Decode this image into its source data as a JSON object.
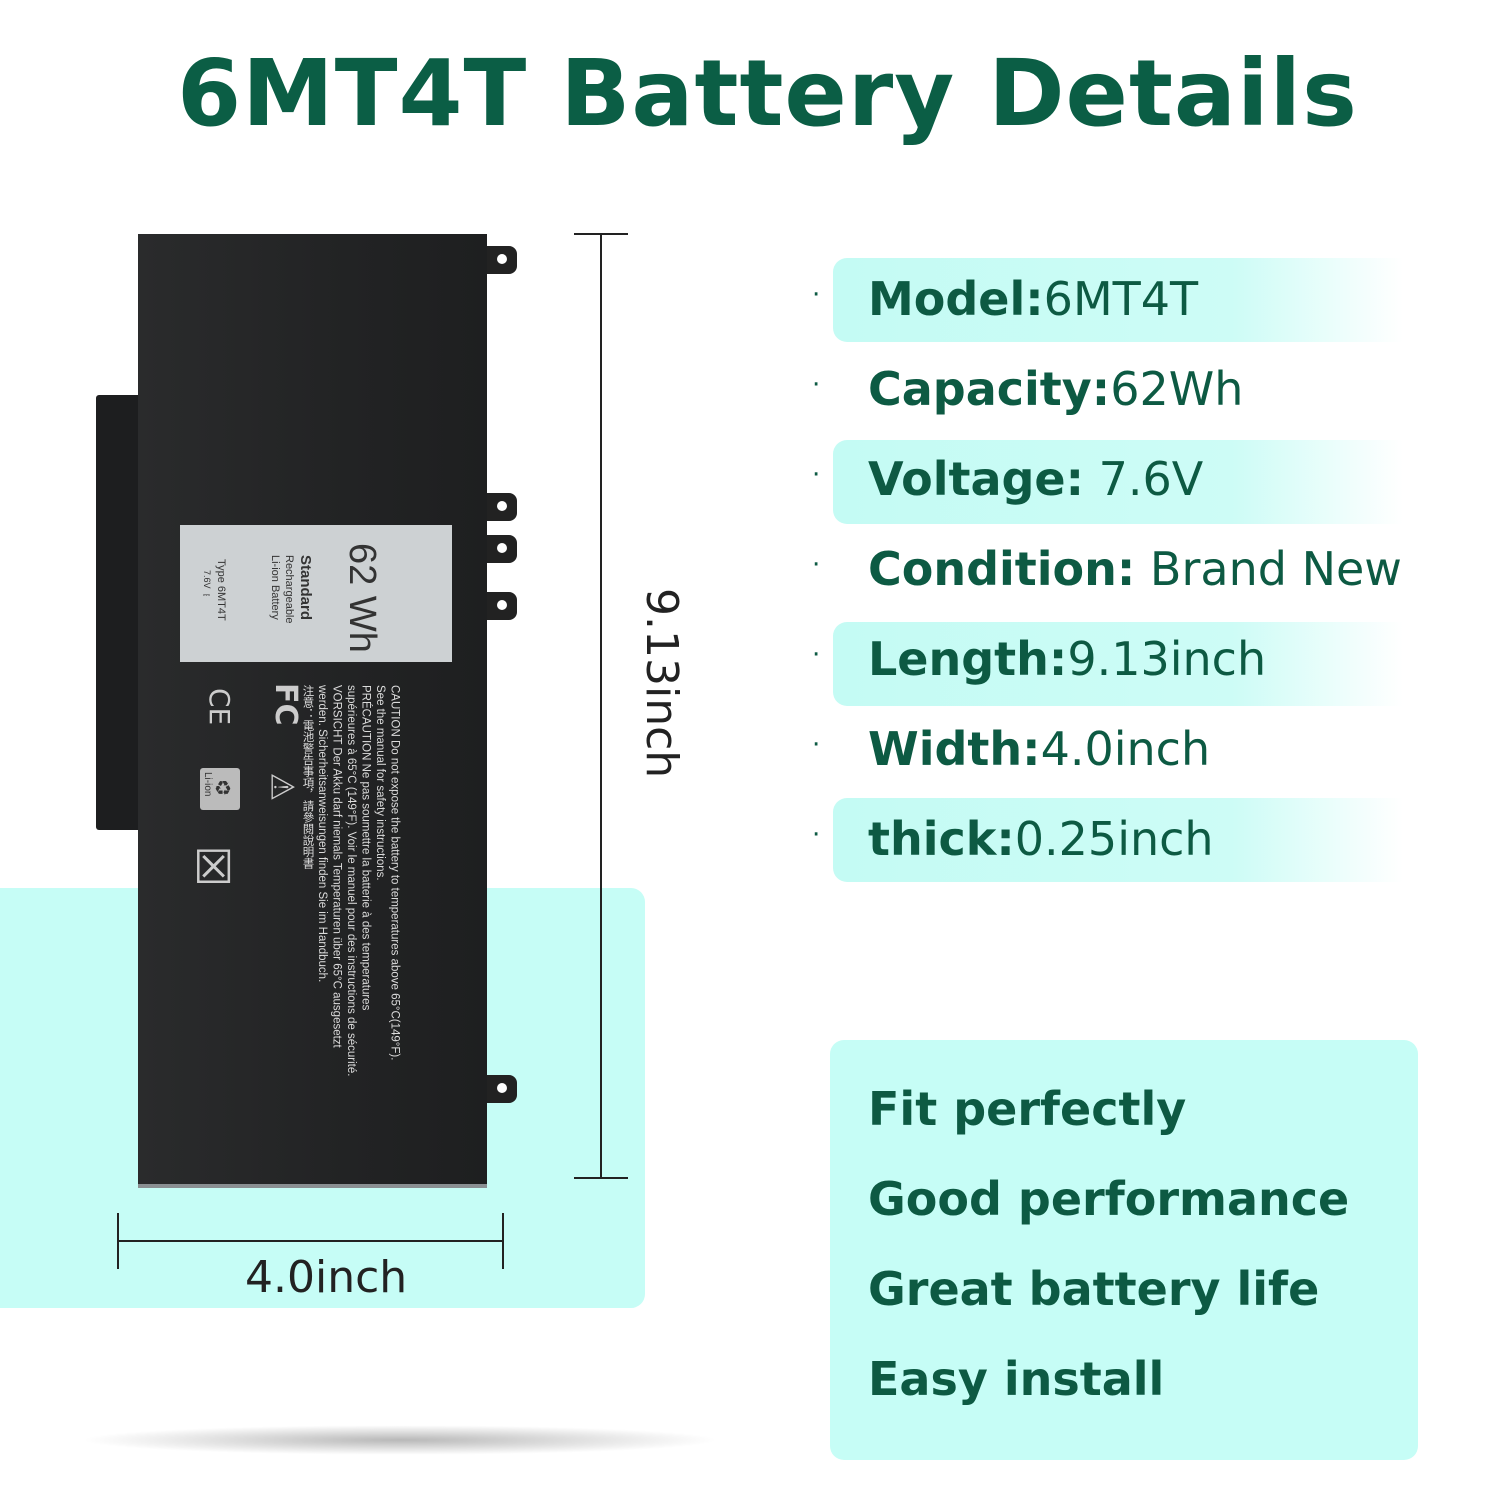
{
  "title": "6MT4T Battery Details",
  "battery_label": {
    "capacity": "62 Wh",
    "standard": "Standard",
    "rechargeable": "Rechargeable",
    "li_ion": "Li-ion Battery",
    "type": "Type 6MT4T",
    "voltage": "7.6V ⎓",
    "caution_lines": [
      "CAUTION Do not expose the battery to temperatures above 65°C(149°F).",
      "See the manual for safety instructions.",
      "PRÉCAUTION Ne pas soumettre la batterie à des temperatures",
      "supérieures à 65°C (149°F). Voir le manuel pour des instructions de sécurité.",
      "VORSICHT Der Akku darf niemals Temperaturen über 65°C ausgesetzt",
      "werden. Sicherheitsanweisungen finden Sie im Handbuch.",
      "注意：電池警告事項，請參閱說明書"
    ],
    "fc": "FC",
    "ce": "CE",
    "recycle": "Li-ion"
  },
  "dimensions": {
    "length": "9.13inch",
    "width": "4.0inch"
  },
  "specs": [
    {
      "label": "Model:",
      "value": "6MT4T"
    },
    {
      "label": "Capacity:",
      "value": "62Wh"
    },
    {
      "label": "Voltage:",
      "value": " 7.6V"
    },
    {
      "label": "Condition:",
      "value": " Brand New"
    },
    {
      "label": "Length:",
      "value": "9.13inch"
    },
    {
      "label": "Width:",
      "value": "4.0inch"
    },
    {
      "label": "thick:",
      "value": "0.25inch"
    }
  ],
  "features": [
    "Fit perfectly",
    "Good performance",
    "Great battery life",
    "Easy install"
  ]
}
